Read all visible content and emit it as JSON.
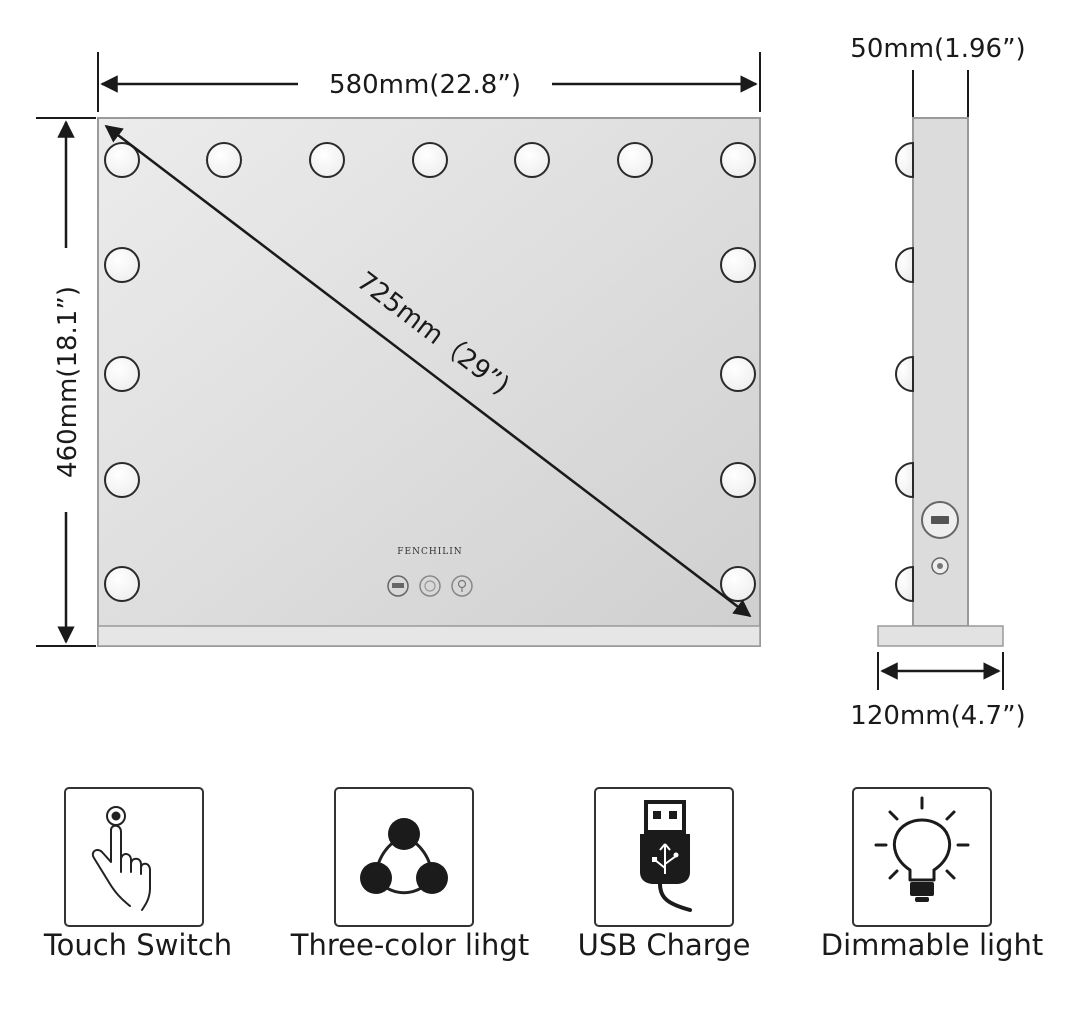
{
  "dimensions": {
    "width_label": "580mm(22.8”)",
    "height_label": "460mm(18.1”)",
    "diagonal_label": "725mm（29”)",
    "depth_label": "50mm(1.96”)",
    "base_label": "120mm(4.7”)"
  },
  "brand": "FENCHILIN",
  "features": [
    {
      "label": "Touch Switch",
      "icon": "touch-switch-icon"
    },
    {
      "label": "Three-color lihgt",
      "icon": "three-color-icon"
    },
    {
      "label": "USB Charge",
      "icon": "usb-icon"
    },
    {
      "label": "Dimmable light",
      "icon": "dimmable-bulb-icon"
    }
  ]
}
